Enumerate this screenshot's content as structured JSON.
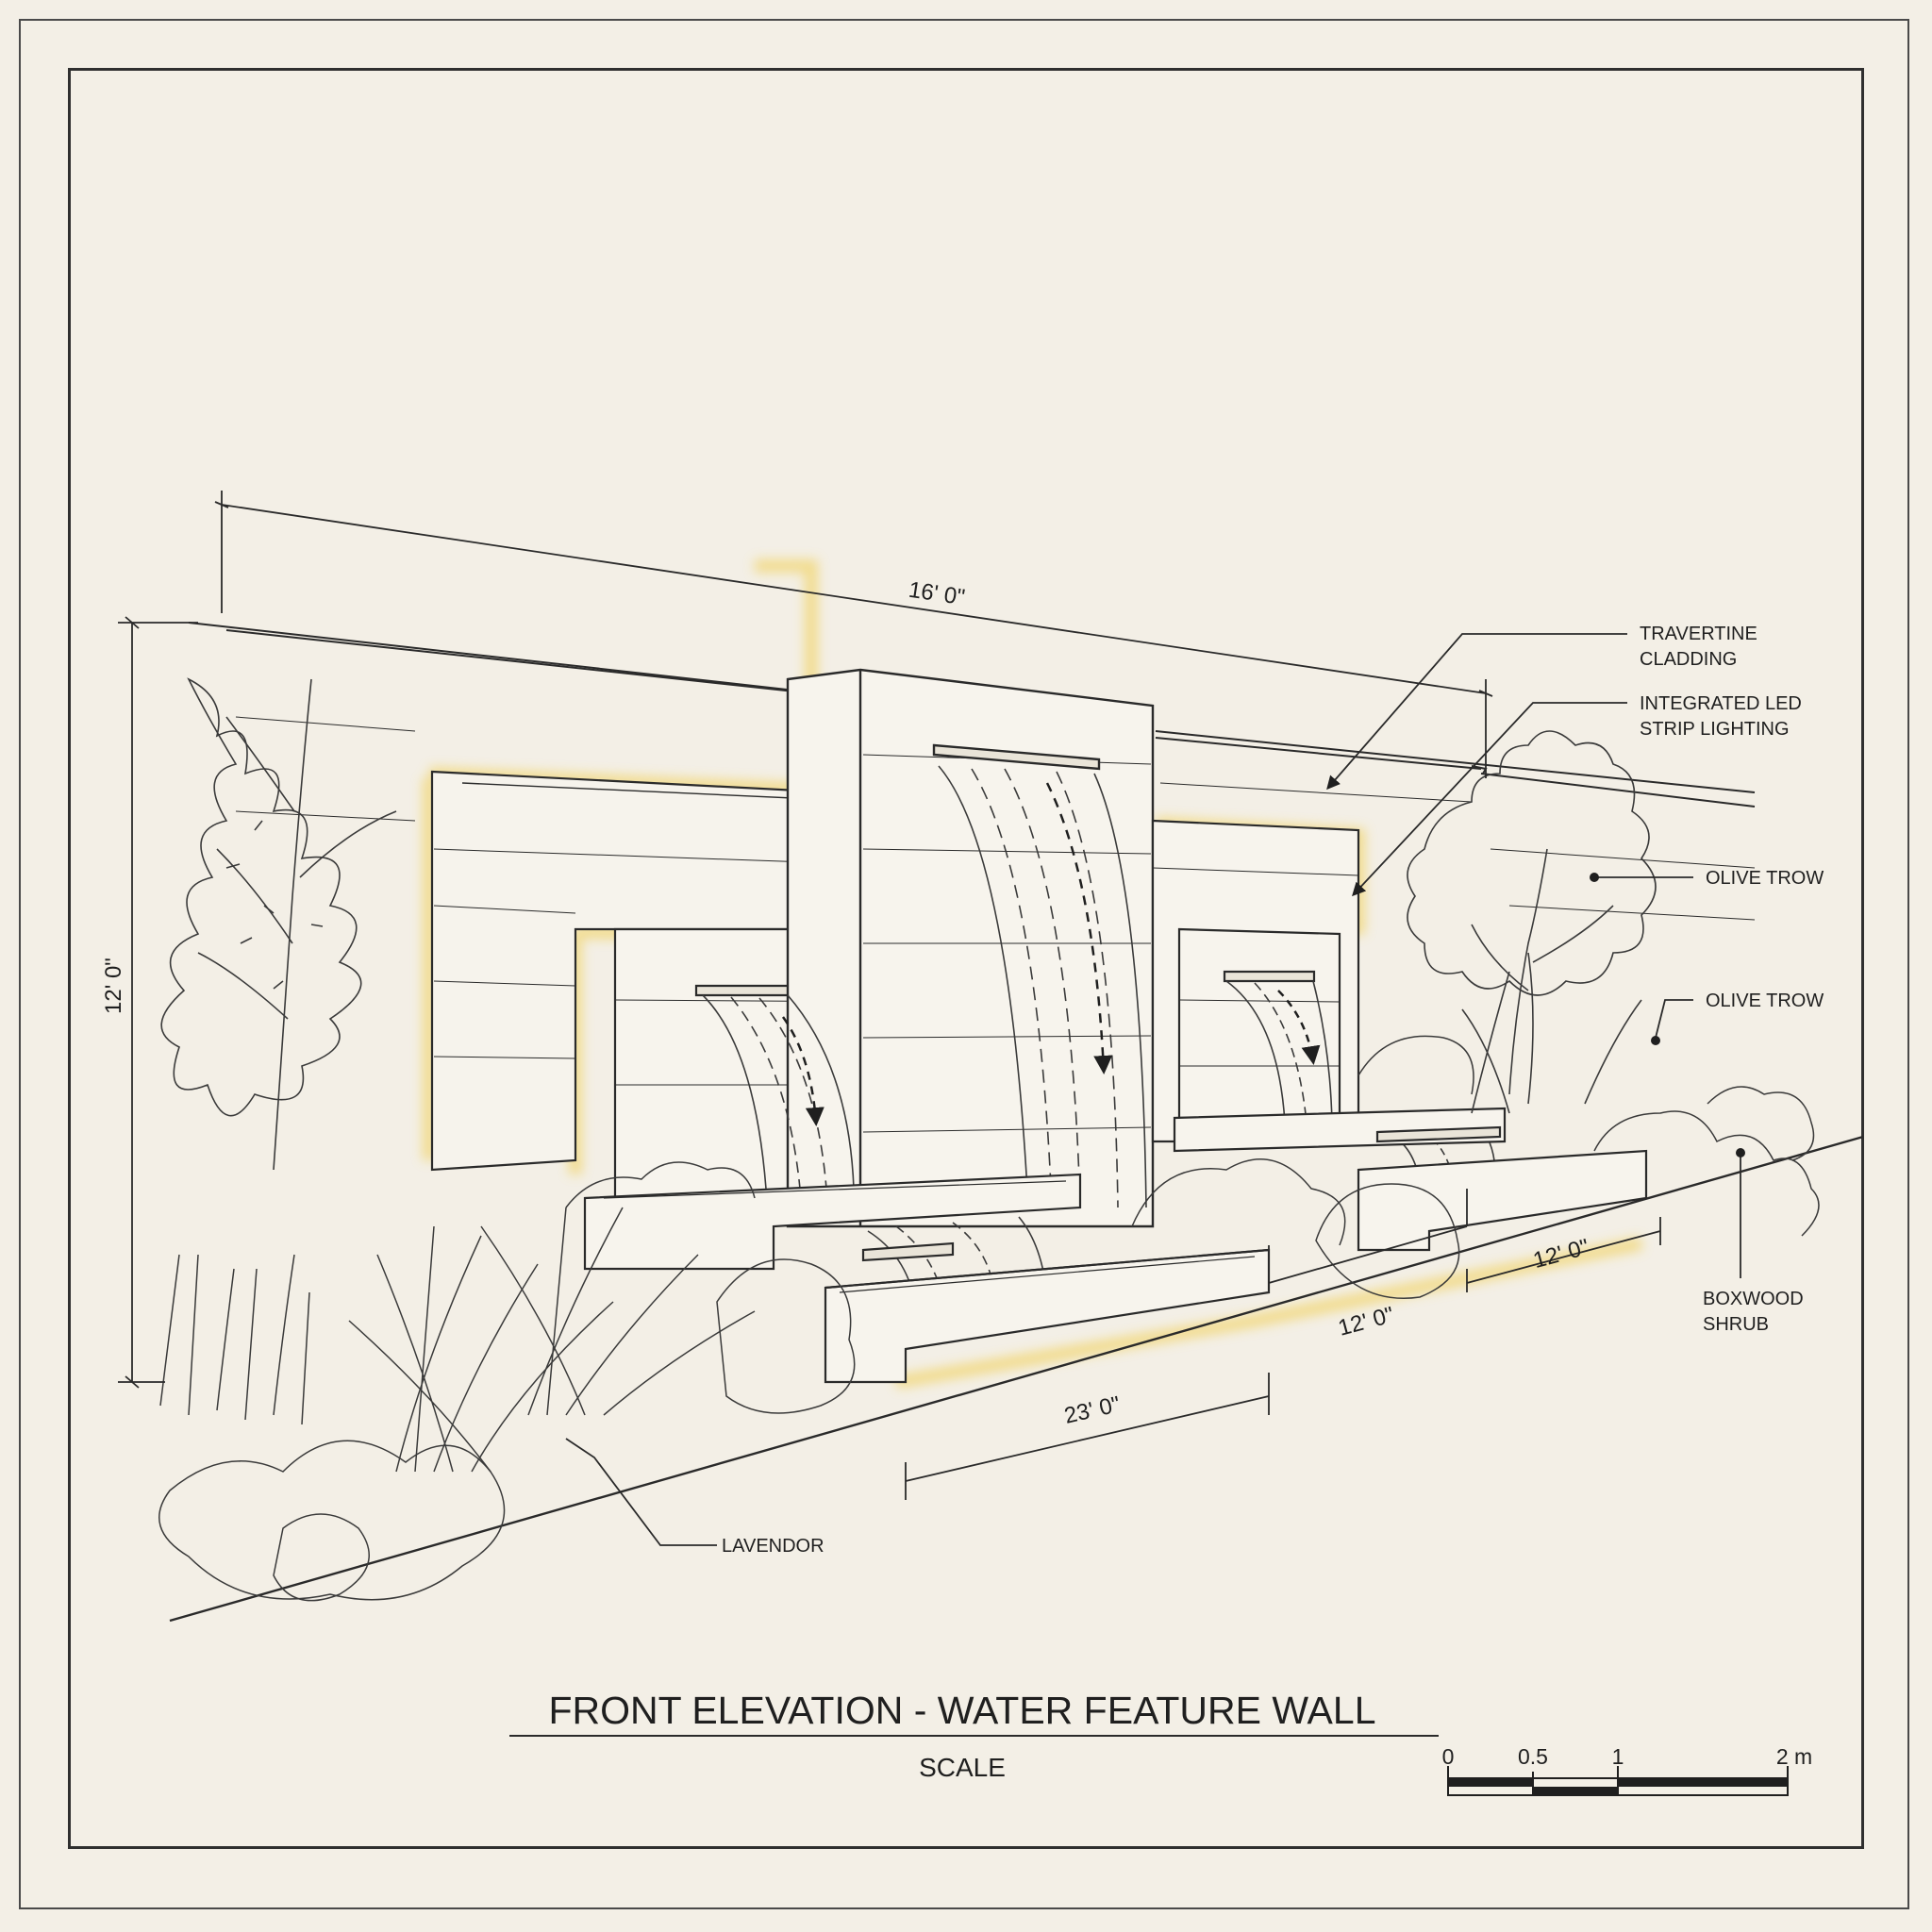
{
  "drawing": {
    "title": "FRONT ELEVATION - WATER FEATURE WALL",
    "scale_label": "SCALE",
    "scale_ticks": [
      "0",
      "0.5",
      "1",
      "2 m"
    ]
  },
  "dimensions": {
    "overall_width": "16' 0\"",
    "height": "12' 0\"",
    "basin_large": "23' 0\"",
    "basin_mid": "12' 0\"",
    "basin_right": "12' 0\""
  },
  "callouts": {
    "cladding_line1": "TRAVERTINE",
    "cladding_line2": "CLADDING",
    "led_line1": "INTEGRATED LED",
    "led_line2": "STRIP LIGHTING",
    "olive_1": "OLIVE TROW",
    "olive_2": "OLIVE TROW",
    "boxwood_line1": "BOXWOOD",
    "boxwood_line2": "SHRUB",
    "lavender": "LAVENDOR"
  },
  "colors": {
    "paper": "#f3efe6",
    "ink": "#2a2a2a",
    "led_glow": "#f2d56e"
  }
}
